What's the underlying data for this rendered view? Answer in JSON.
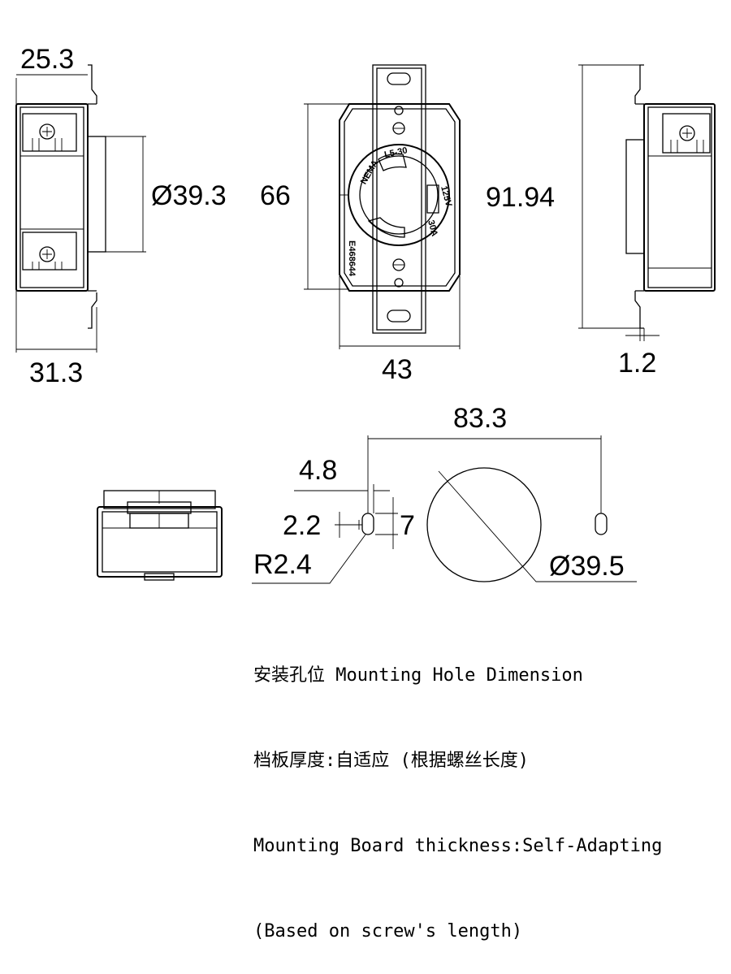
{
  "dimensions": {
    "side_top_width": "25.3",
    "side_bottom_width": "31.3",
    "side_diameter": "Ø39.3",
    "front_height": "66",
    "front_width": "43",
    "plate_height": "91.94",
    "plate_thickness": "1.2",
    "hole_span": "83.3",
    "slot_offset": "4.8",
    "slot_width": "2.2",
    "slot_height": "7",
    "slot_radius": "R2.4",
    "hole_diameter": "Ø39.5"
  },
  "receptacle_markings": {
    "brand": "NEMA",
    "type": "L5-30",
    "voltage": "125V",
    "current": "30A",
    "cert": "E468644"
  },
  "notes": [
    "安装孔位 Mounting Hole Dimension",
    "档板厚度:自适应 (根据螺丝长度)",
    "Mounting Board thickness:Self-Adapting",
    "(Based on screw's length)"
  ]
}
